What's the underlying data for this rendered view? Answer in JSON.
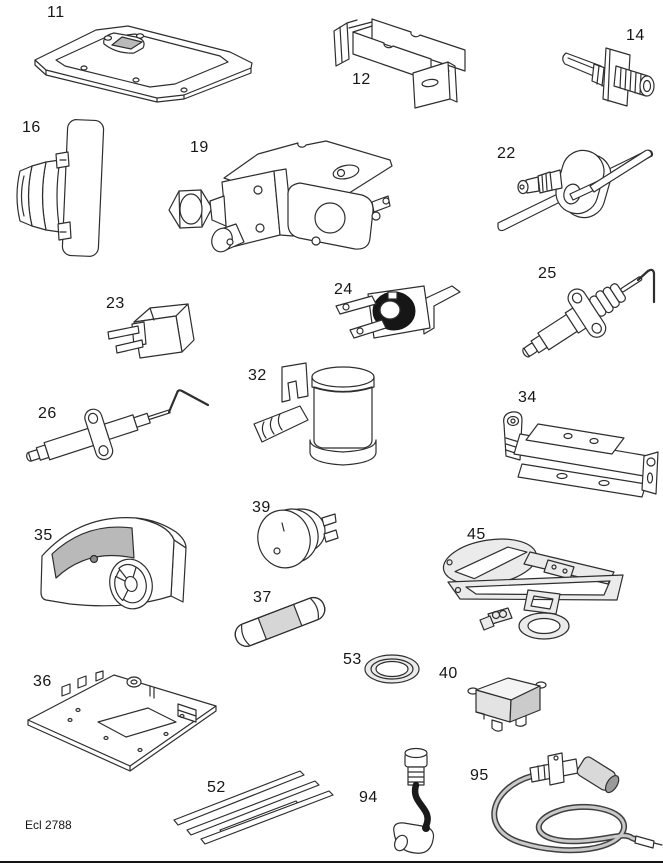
{
  "page": {
    "footer_code": "Ecl 2788"
  },
  "colors": {
    "background": "#ffffff",
    "line": "#2e2e2e",
    "label": "#161616",
    "gasket_fill": "#ebebeb",
    "shade_fill": "#b9b9b9",
    "solid_black": "#1a1a1a",
    "cable_gray": "#8a8a8a"
  },
  "parts": [
    {
      "number": "11"
    },
    {
      "number": "12"
    },
    {
      "number": "14"
    },
    {
      "number": "16"
    },
    {
      "number": "19"
    },
    {
      "number": "22"
    },
    {
      "number": "23"
    },
    {
      "number": "24"
    },
    {
      "number": "25"
    },
    {
      "number": "26"
    },
    {
      "number": "32"
    },
    {
      "number": "34"
    },
    {
      "number": "35"
    },
    {
      "number": "39"
    },
    {
      "number": "37"
    },
    {
      "number": "45"
    },
    {
      "number": "53"
    },
    {
      "number": "40"
    },
    {
      "number": "36"
    },
    {
      "number": "52"
    },
    {
      "number": "94"
    },
    {
      "number": "95"
    }
  ]
}
